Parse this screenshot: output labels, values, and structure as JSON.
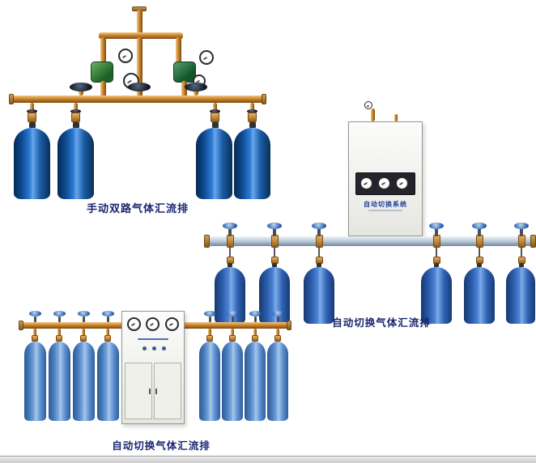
{
  "figures": {
    "manual_dual": {
      "caption": "手动双路气体汇流排"
    },
    "auto_right": {
      "caption": "自动切换气体汇流排",
      "cabinet_label": "自动切换系统"
    },
    "auto_bottom": {
      "caption": "自动切换气体汇流排"
    }
  },
  "colors": {
    "caption_text": "#1a2670",
    "brass_pipe": "#c07a24",
    "cylinder_dark_blue": "#0d4a8f",
    "cylinder_medium_blue": "#2f62b5",
    "cylinder_light_blue": "#5c8fd0",
    "silver_pipe": "#b9c9d8",
    "cabinet_body": "#f2f2ee",
    "regulator_green": "#1d6328"
  }
}
